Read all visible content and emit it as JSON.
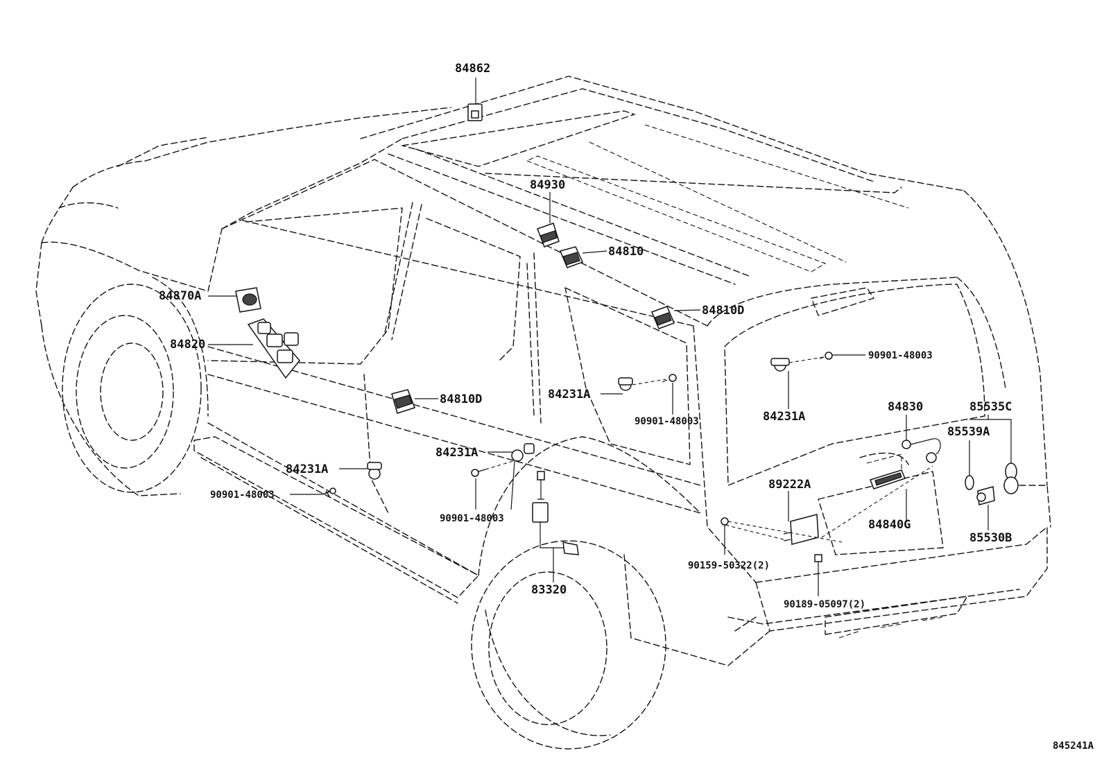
{
  "labels": {
    "p84862": "84862",
    "p84930": "84930",
    "p84810": "84810",
    "p84810d_top": "84810D",
    "p84870a": "84870A",
    "p84820": "84820",
    "p84810d_door": "84810D",
    "p84231a_front": "84231A",
    "p90901_front": "90901-48003",
    "p84231a_rear_door": "84231A",
    "p90901_rear_door": "90901-48003",
    "p84231a_quarter": "84231A",
    "p90901_quarter": "90901-48003",
    "p84231a_hatch": "84231A",
    "p90901_hatch": "90901-48003",
    "p83320": "83320",
    "p89222a": "89222A",
    "p90159": "90159-50322(2)",
    "p90189": "90189-05097(2)",
    "p84830": "84830",
    "p84840g": "84840G",
    "p85535c": "85535C",
    "p85539a": "85539A",
    "p85530b": "85530B",
    "figure_number": "845241A"
  }
}
